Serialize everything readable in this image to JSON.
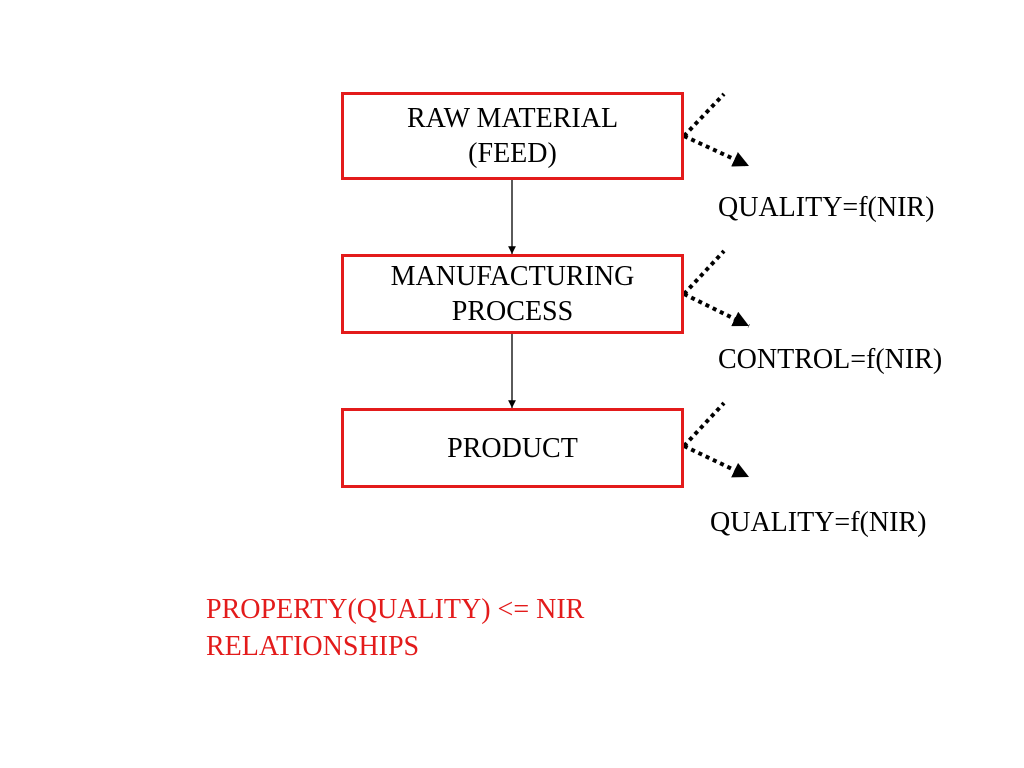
{
  "boxes": {
    "raw_material": {
      "line1": "RAW MATERIAL",
      "line2": "(FEED)"
    },
    "process": {
      "line1": "MANUFACTURING",
      "line2": "PROCESS"
    },
    "product": {
      "line1": "PRODUCT"
    }
  },
  "outputs": {
    "raw_material": "QUALITY=f(NIR)",
    "process": "CONTROL=f(NIR)",
    "product": "QUALITY=f(NIR)"
  },
  "note": {
    "line1": "PROPERTY(QUALITY) <= NIR",
    "line2": "RELATIONSHIPS"
  },
  "colors": {
    "box_border": "#e31b1b",
    "note_text": "#e31b1b",
    "lines": "#000000"
  }
}
